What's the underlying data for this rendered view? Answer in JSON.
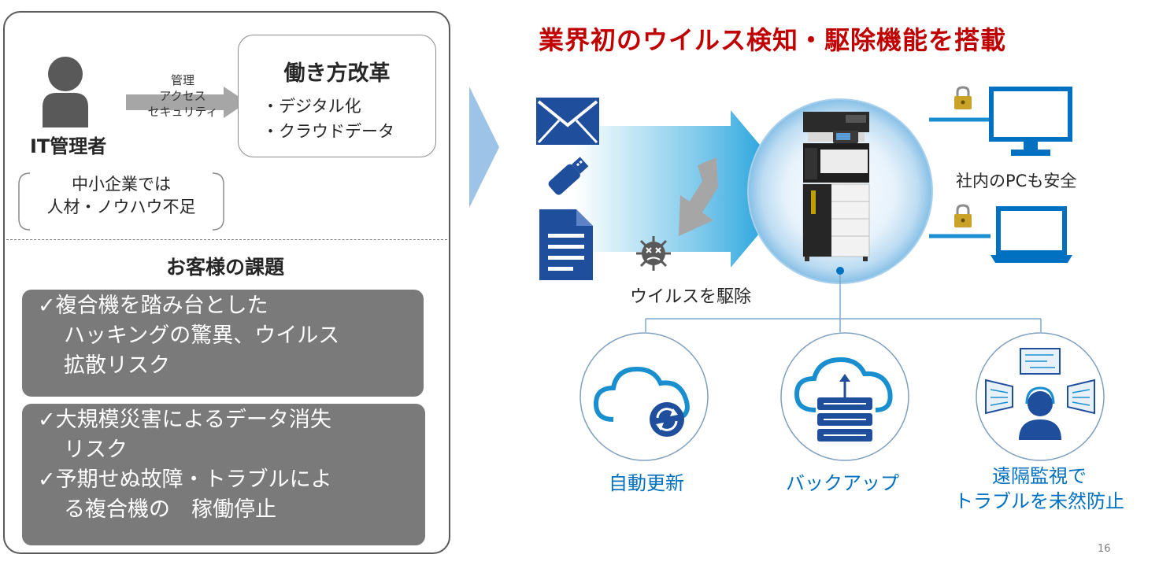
{
  "left": {
    "admin_label": "IT管理者",
    "arrow_labels": [
      "管理",
      "アクセス",
      "セキュリティ"
    ],
    "workstyle": {
      "title": "働き方改革",
      "items": [
        "・デジタル化",
        "・クラウドデータ"
      ]
    },
    "sme_note": [
      "中小企業では",
      "人材・ノウハウ不足"
    ],
    "issues_title": "お客様の課題",
    "issue_box_1": [
      "✓複合機を踏み台とした",
      "ハッキングの驚異、ウイルス",
      "拡散リスク"
    ],
    "issue_box_2": [
      "✓大規模災害によるデータ消失",
      "リスク",
      "✓予期せぬ故障・トラブルによ",
      "る複合機の　稼働停止"
    ]
  },
  "right": {
    "headline": "業界初のウイルス検知・駆除機能を搭載",
    "pc_safe_label": "社内のPCも安全",
    "virus_label": "ウイルスを駆除",
    "services": {
      "auto_update": "自動更新",
      "backup": "バックアップ",
      "remote": [
        "遠隔監視で",
        "トラブルを未然防止"
      ]
    }
  },
  "page_number": "16",
  "colors": {
    "headline": "#c00000",
    "accent_blue": "#0070c0",
    "dark_blue": "#1f4e9c",
    "issue_box": "#7a7a7a",
    "admin_icon": "#595959"
  },
  "icons": [
    "person-icon",
    "arrow-right-icon",
    "mail-icon",
    "usb-drive-icon",
    "document-icon",
    "virus-icon",
    "mfp-printer-icon",
    "lock-icon",
    "monitor-icon",
    "laptop-icon",
    "cloud-sync-icon",
    "cloud-server-icon",
    "remote-support-icon"
  ]
}
